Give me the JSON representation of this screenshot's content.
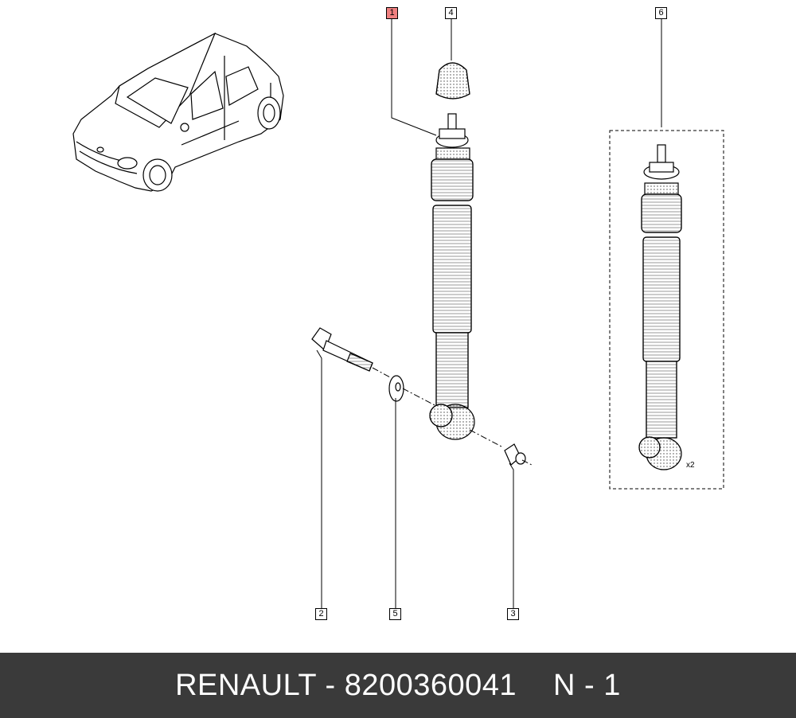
{
  "callouts": {
    "c1": "1",
    "c2": "2",
    "c3": "3",
    "c4": "4",
    "c5": "5",
    "c6": "6"
  },
  "quantity_label": "x2",
  "footer": {
    "brand_part": "RENAULT - 8200360041",
    "suffix": "N - 1"
  },
  "colors": {
    "highlight": "#f08080",
    "footer_bg": "#3a3a3a",
    "footer_text": "#ffffff"
  }
}
